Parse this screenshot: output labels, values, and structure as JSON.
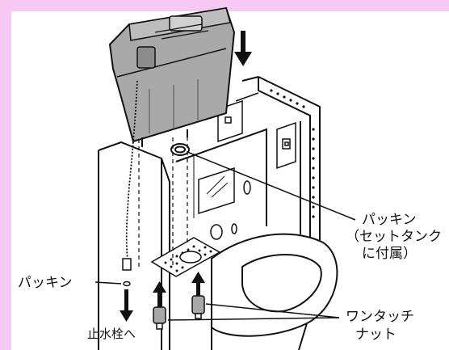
{
  "labels": {
    "packing_top_line1": "パッキン",
    "packing_top_line2": "（セットタンク",
    "packing_top_line3": "に付属）",
    "packing_left": "パッキン",
    "to_stop_valve": "止水栓へ",
    "one_touch_nut_line1": "ワンタッチ",
    "one_touch_nut_line2": "ナット"
  },
  "colors": {
    "background": "#f7c8f4",
    "panel": "#ffffff",
    "tank": "#a9a9a9",
    "tank_dark": "#7d7d7d",
    "line": "#111111"
  }
}
